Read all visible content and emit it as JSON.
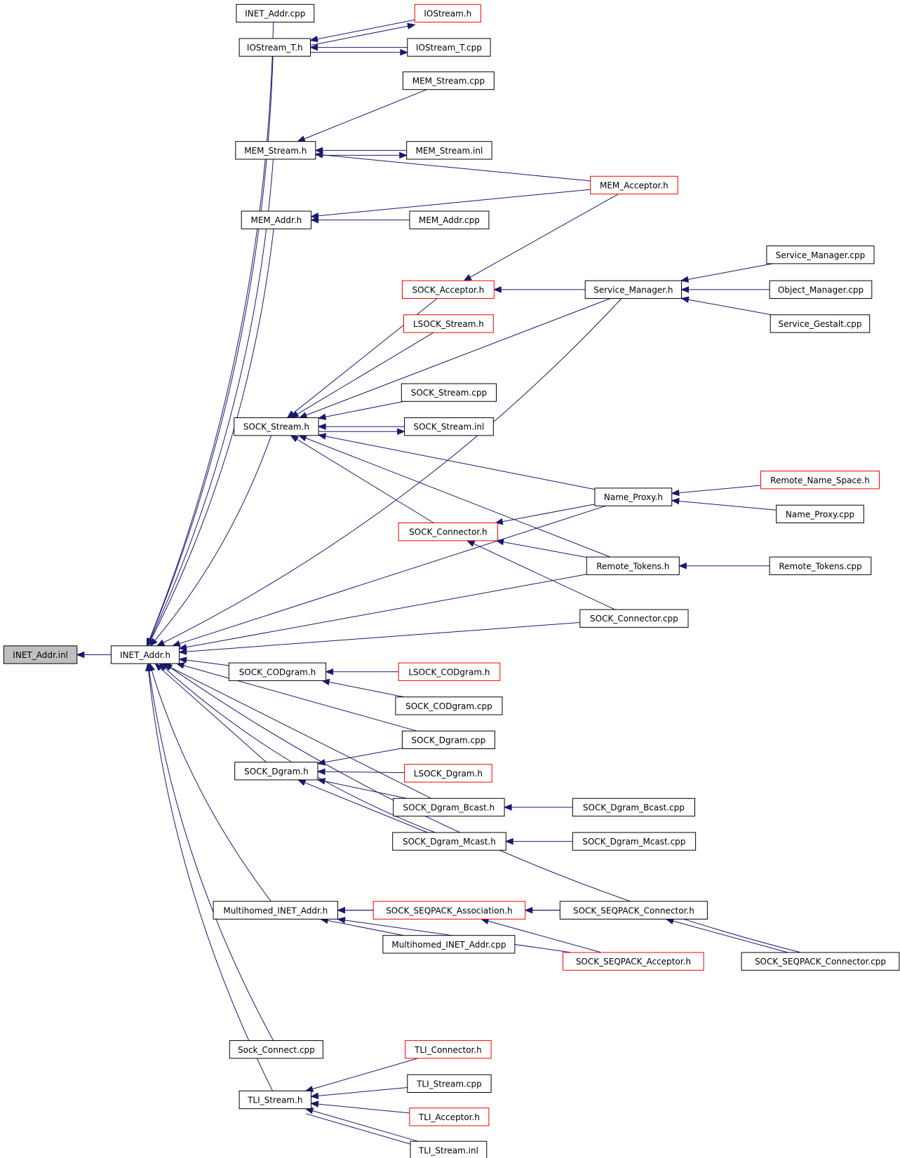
{
  "diagram": {
    "root": "n0",
    "colors": {
      "edge": "#191970",
      "box": "#000000",
      "truncated_box": "#ff0000",
      "root_fill": "#bfbfbf"
    },
    "nodes": [
      {
        "id": "n0",
        "label": "INET_Addr.inl",
        "style": "root"
      },
      {
        "id": "n1",
        "label": "INET_Addr.h",
        "style": "black"
      },
      {
        "id": "n2",
        "label": "INET_Addr.cpp",
        "style": "black"
      },
      {
        "id": "n3",
        "label": "IOStream_T.h",
        "style": "black"
      },
      {
        "id": "n4",
        "label": "IOStream.h",
        "style": "red"
      },
      {
        "id": "n5",
        "label": "IOStream_T.cpp",
        "style": "black"
      },
      {
        "id": "n6",
        "label": "MEM_Stream.cpp",
        "style": "black"
      },
      {
        "id": "n7",
        "label": "MEM_Stream.h",
        "style": "black"
      },
      {
        "id": "n8",
        "label": "MEM_Stream.inl",
        "style": "black"
      },
      {
        "id": "n9",
        "label": "MEM_Acceptor.h",
        "style": "red"
      },
      {
        "id": "n10",
        "label": "MEM_Addr.h",
        "style": "black"
      },
      {
        "id": "n11",
        "label": "MEM_Addr.cpp",
        "style": "black"
      },
      {
        "id": "n12",
        "label": "Service_Manager.cpp",
        "style": "black"
      },
      {
        "id": "n13",
        "label": "SOCK_Acceptor.h",
        "style": "red"
      },
      {
        "id": "n14",
        "label": "Service_Manager.h",
        "style": "black"
      },
      {
        "id": "n15",
        "label": "Object_Manager.cpp",
        "style": "black"
      },
      {
        "id": "n16",
        "label": "LSOCK_Stream.h",
        "style": "red"
      },
      {
        "id": "n17",
        "label": "Service_Gestalt.cpp",
        "style": "black"
      },
      {
        "id": "n18",
        "label": "SOCK_Stream.cpp",
        "style": "black"
      },
      {
        "id": "n19",
        "label": "SOCK_Stream.h",
        "style": "black"
      },
      {
        "id": "n20",
        "label": "SOCK_Stream.inl",
        "style": "black"
      },
      {
        "id": "n21",
        "label": "Remote_Name_Space.h",
        "style": "red"
      },
      {
        "id": "n22",
        "label": "Name_Proxy.h",
        "style": "black"
      },
      {
        "id": "n23",
        "label": "Name_Proxy.cpp",
        "style": "black"
      },
      {
        "id": "n24",
        "label": "SOCK_Connector.h",
        "style": "red"
      },
      {
        "id": "n25",
        "label": "Remote_Tokens.h",
        "style": "black"
      },
      {
        "id": "n26",
        "label": "Remote_Tokens.cpp",
        "style": "black"
      },
      {
        "id": "n27",
        "label": "SOCK_Connector.cpp",
        "style": "black"
      },
      {
        "id": "n28",
        "label": "SOCK_CODgram.h",
        "style": "black"
      },
      {
        "id": "n29",
        "label": "LSOCK_CODgram.h",
        "style": "red"
      },
      {
        "id": "n30",
        "label": "SOCK_CODgram.cpp",
        "style": "black"
      },
      {
        "id": "n31",
        "label": "SOCK_Dgram.cpp",
        "style": "black"
      },
      {
        "id": "n32",
        "label": "SOCK_Dgram.h",
        "style": "black"
      },
      {
        "id": "n33",
        "label": "LSOCK_Dgram.h",
        "style": "red"
      },
      {
        "id": "n34",
        "label": "SOCK_Dgram_Bcast.h",
        "style": "black"
      },
      {
        "id": "n35",
        "label": "SOCK_Dgram_Bcast.cpp",
        "style": "black"
      },
      {
        "id": "n36",
        "label": "SOCK_Dgram_Mcast.h",
        "style": "black"
      },
      {
        "id": "n37",
        "label": "SOCK_Dgram_Mcast.cpp",
        "style": "black"
      },
      {
        "id": "n38",
        "label": "Multihomed_INET_Addr.h",
        "style": "black"
      },
      {
        "id": "n39",
        "label": "SOCK_SEQPACK_Association.h",
        "style": "red"
      },
      {
        "id": "n40",
        "label": "SOCK_SEQPACK_Connector.h",
        "style": "black"
      },
      {
        "id": "n41",
        "label": "Multihomed_INET_Addr.cpp",
        "style": "black"
      },
      {
        "id": "n42",
        "label": "SOCK_SEQPACK_Acceptor.h",
        "style": "red"
      },
      {
        "id": "n43",
        "label": "SOCK_SEQPACK_Connector.cpp",
        "style": "black"
      },
      {
        "id": "n44",
        "label": "Sock_Connect.cpp",
        "style": "black"
      },
      {
        "id": "n45",
        "label": "TLI_Connector.h",
        "style": "red"
      },
      {
        "id": "n46",
        "label": "TLI_Stream.cpp",
        "style": "black"
      },
      {
        "id": "n47",
        "label": "TLI_Stream.h",
        "style": "black"
      },
      {
        "id": "n48",
        "label": "TLI_Acceptor.h",
        "style": "red"
      },
      {
        "id": "n49",
        "label": "TLI_Stream.inl",
        "style": "black"
      }
    ],
    "edges": [
      [
        "n1",
        "n0"
      ],
      [
        "n2",
        "n1"
      ],
      [
        "n3",
        "n1"
      ],
      [
        "n7",
        "n1"
      ],
      [
        "n10",
        "n1"
      ],
      [
        "n14",
        "n1"
      ],
      [
        "n19",
        "n1"
      ],
      [
        "n22",
        "n1"
      ],
      [
        "n25",
        "n1"
      ],
      [
        "n27",
        "n1"
      ],
      [
        "n28",
        "n1"
      ],
      [
        "n31",
        "n1"
      ],
      [
        "n32",
        "n1"
      ],
      [
        "n34",
        "n1"
      ],
      [
        "n36",
        "n1"
      ],
      [
        "n38",
        "n1"
      ],
      [
        "n43",
        "n1"
      ],
      [
        "n44",
        "n1"
      ],
      [
        "n47",
        "n1"
      ],
      [
        "n4",
        "n3"
      ],
      [
        "n5",
        "n3"
      ],
      [
        "n3",
        "n4"
      ],
      [
        "n3",
        "n5"
      ],
      [
        "n6",
        "n7"
      ],
      [
        "n8",
        "n7"
      ],
      [
        "n9",
        "n7"
      ],
      [
        "n7",
        "n8"
      ],
      [
        "n9",
        "n10"
      ],
      [
        "n11",
        "n10"
      ],
      [
        "n12",
        "n14"
      ],
      [
        "n15",
        "n14"
      ],
      [
        "n17",
        "n14"
      ],
      [
        "n9",
        "n13"
      ],
      [
        "n14",
        "n13"
      ],
      [
        "n13",
        "n19"
      ],
      [
        "n16",
        "n19"
      ],
      [
        "n14",
        "n19"
      ],
      [
        "n18",
        "n19"
      ],
      [
        "n20",
        "n19"
      ],
      [
        "n19",
        "n20"
      ],
      [
        "n22",
        "n19"
      ],
      [
        "n24",
        "n19"
      ],
      [
        "n25",
        "n19"
      ],
      [
        "n21",
        "n22"
      ],
      [
        "n23",
        "n22"
      ],
      [
        "n22",
        "n24"
      ],
      [
        "n25",
        "n24"
      ],
      [
        "n27",
        "n24"
      ],
      [
        "n26",
        "n25"
      ],
      [
        "n29",
        "n28"
      ],
      [
        "n30",
        "n28"
      ],
      [
        "n31",
        "n32"
      ],
      [
        "n33",
        "n32"
      ],
      [
        "n34",
        "n32"
      ],
      [
        "n36",
        "n32"
      ],
      [
        "n35",
        "n34"
      ],
      [
        "n37",
        "n36"
      ],
      [
        "n39",
        "n38"
      ],
      [
        "n40",
        "n38"
      ],
      [
        "n41",
        "n38"
      ],
      [
        "n42",
        "n38"
      ],
      [
        "n40",
        "n39"
      ],
      [
        "n42",
        "n39"
      ],
      [
        "n43",
        "n40"
      ],
      [
        "n45",
        "n47"
      ],
      [
        "n46",
        "n47"
      ],
      [
        "n48",
        "n47"
      ],
      [
        "n49",
        "n47"
      ],
      [
        "n47",
        "n49"
      ]
    ]
  }
}
